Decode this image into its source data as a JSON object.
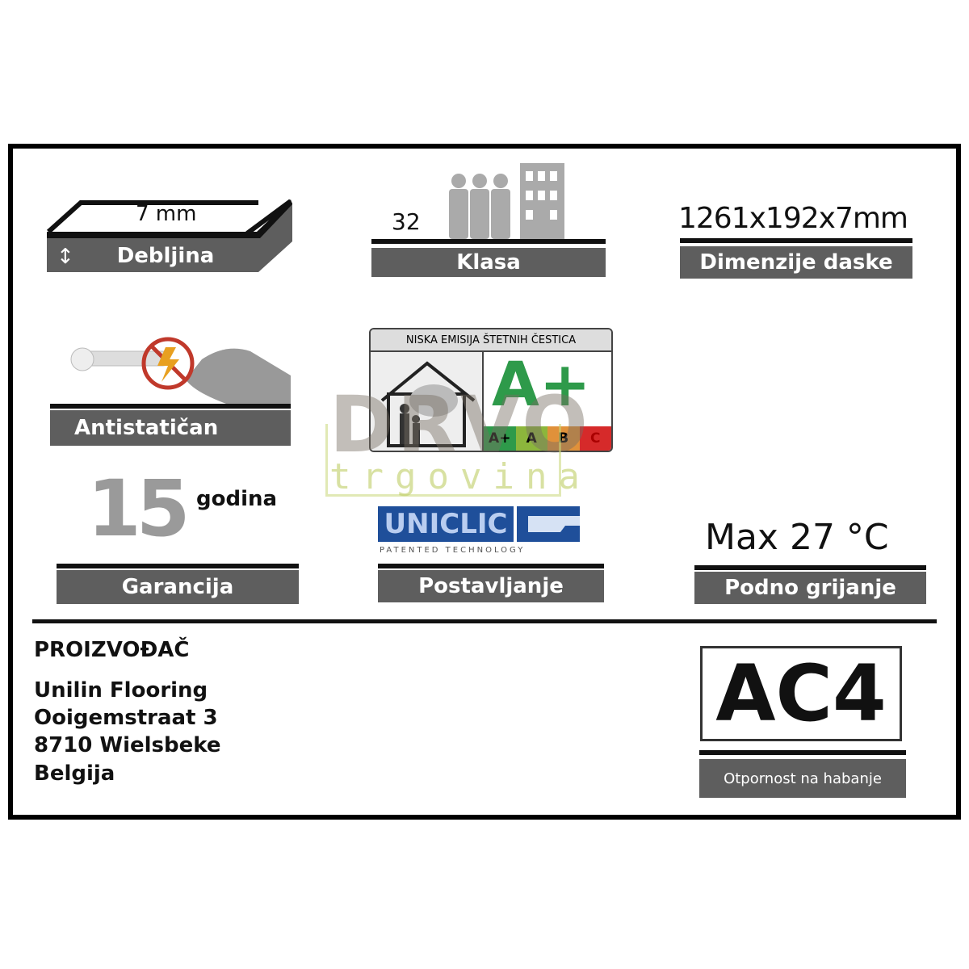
{
  "thickness": {
    "value": "7 mm",
    "label": "Debljina"
  },
  "class": {
    "value": "32",
    "label": "Klasa"
  },
  "dimensions": {
    "value": "1261x192x7mm",
    "label": "Dimenzije daske"
  },
  "antistatic": {
    "label": "Antistatičan"
  },
  "emission": {
    "title": "NISKA EMISIJA ŠTETNIH ČESTICA",
    "rating": "A+",
    "scale": [
      "A+",
      "A",
      "B",
      "C"
    ],
    "scale_colors": [
      "#2e9a4a",
      "#8cb63c",
      "#e0913a",
      "#d62a2a"
    ]
  },
  "watermark": {
    "line1": "DRVO",
    "line2": "trgovina"
  },
  "warranty": {
    "value": "15",
    "unit": "godina",
    "label": "Garancija"
  },
  "installation": {
    "logo": "UNICLIC",
    "logo_sub": "PATENTED TECHNOLOGY",
    "label": "Postavljanje"
  },
  "heating": {
    "value": "Max 27 °C",
    "label": "Podno grijanje"
  },
  "manufacturer": {
    "heading": "PROIZVOĐAČ",
    "lines": [
      "Unilin Flooring",
      "Ooigemstraat 3",
      "8710 Wielsbeke",
      "Belgija"
    ]
  },
  "wear": {
    "value": "AC4",
    "label": "Otpornost na habanje"
  }
}
